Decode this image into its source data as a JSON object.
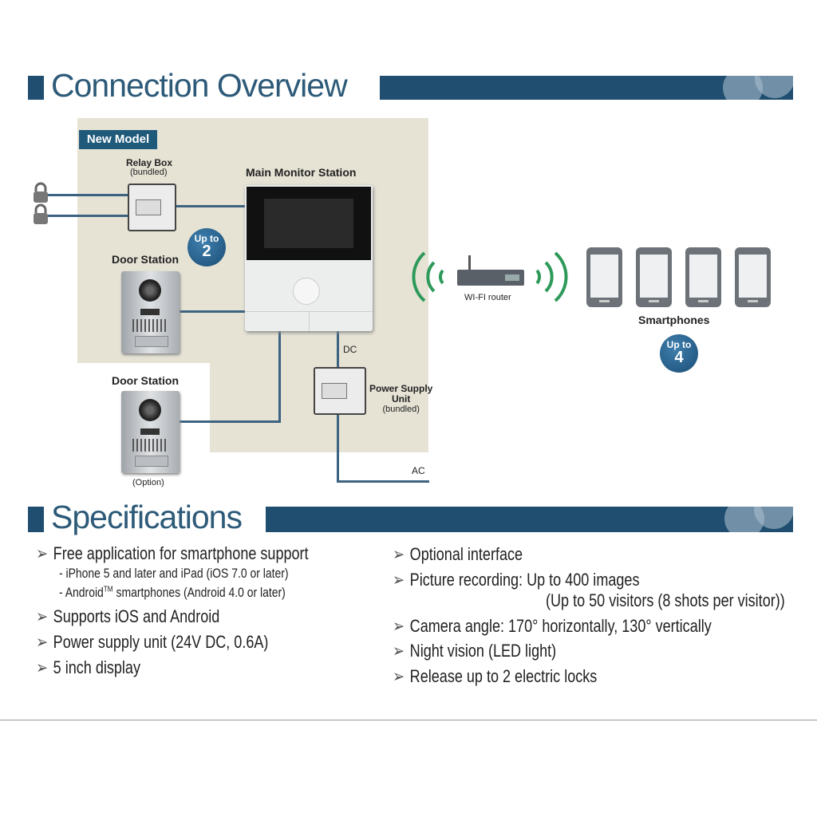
{
  "connection_overview": {
    "title": "Connection Overview",
    "new_model_label": "New Model",
    "relay_box": {
      "label": "Relay Box",
      "sub": "(bundled)"
    },
    "main_monitor": {
      "label": "Main Monitor Station"
    },
    "door_station_1": {
      "label": "Door Station"
    },
    "door_station_2": {
      "label": "Door Station",
      "sub": "(Option)"
    },
    "badge_door": {
      "top": "Up to",
      "num": "2"
    },
    "power_supply": {
      "label_line1": "Power Supply",
      "label_line2": "Unit",
      "sub": "(bundled)"
    },
    "dc_label": "DC",
    "ac_label": "AC",
    "router_label": "WI-FI router",
    "smartphones_label": "Smartphones",
    "badge_phones": {
      "top": "Up to",
      "num": "4"
    },
    "colors": {
      "accent": "#1f4e70",
      "panel": "#e6e3d5",
      "wifi": "#2e9a5a"
    }
  },
  "specifications": {
    "title": "Specifications",
    "left": [
      {
        "text": "Free application for smartphone support"
      },
      {
        "sub": "- iPhone 5 and later and iPad (iOS 7.0 or later)"
      },
      {
        "sub_pre": "- Android",
        "sub_tm": "TM",
        "sub_post": " smartphones (Android 4.0 or later)"
      },
      {
        "text": "Supports iOS and Android"
      },
      {
        "text": "Power supply unit (24V DC, 0.6A)"
      },
      {
        "text": "5 inch display"
      }
    ],
    "right": [
      {
        "text": "Optional interface"
      },
      {
        "text": "Picture recording: Up to 400 images"
      },
      {
        "sub": "(Up to 50 visitors (8 shots per visitor))"
      },
      {
        "text": "Camera angle: 170° horizontally, 130° vertically"
      },
      {
        "text": "Night vision (LED light)"
      },
      {
        "text": "Release up to 2 electric locks"
      }
    ],
    "bullet": "➢"
  }
}
